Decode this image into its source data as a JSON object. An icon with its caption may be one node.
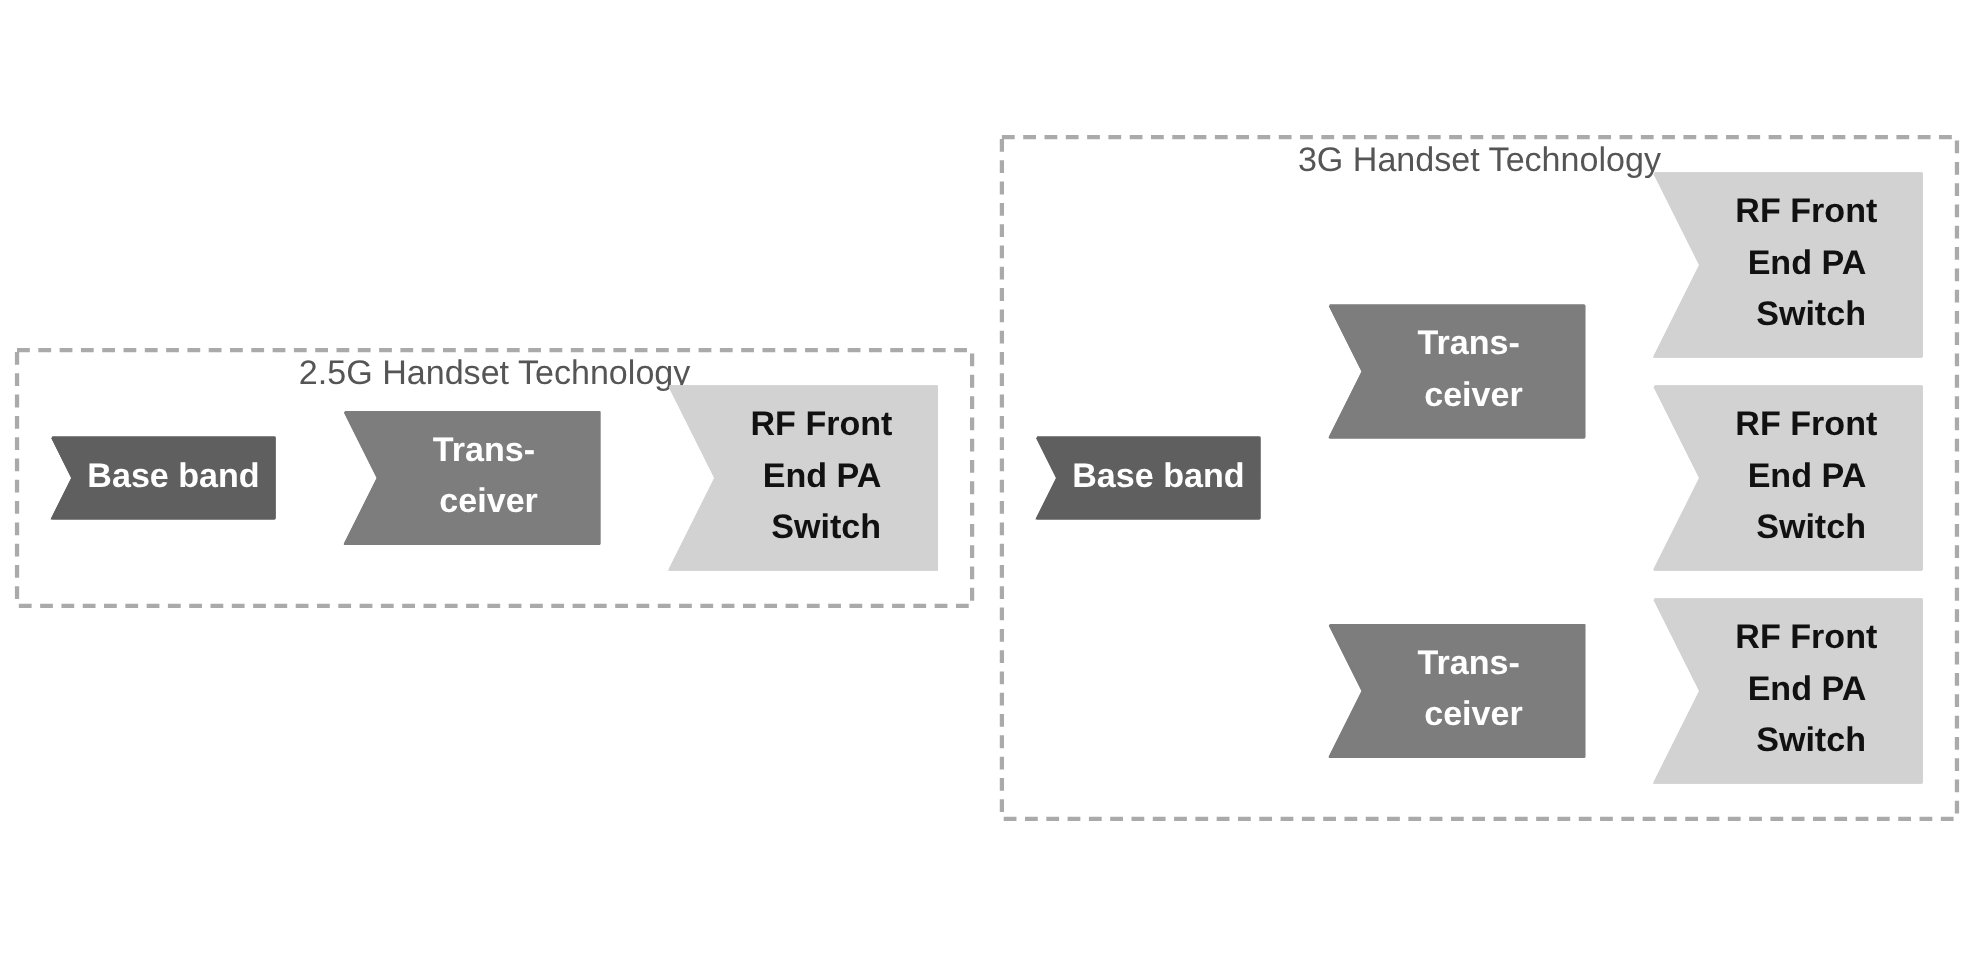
{
  "diagram": {
    "nodes": [
      {
        "text": [
          "2.5G Handset Technology"
        ]
      },
      {
        "text": [
          "Base band"
        ],
        "in": 0
      },
      {
        "text": [
          "Trans- ceiver"
        ],
        "in": 0
      },
      {
        "text": [
          "RF Front End PA Switch"
        ],
        "in": 0
      },
      {
        "text": [
          "3G Handset Technology"
        ]
      },
      {
        "text": [
          "Base band"
        ],
        "in": 4
      },
      {
        "text": [
          "Trans- ceiver"
        ],
        "in": 4
      },
      {
        "text": [
          "Trans- ceiver"
        ],
        "in": 4
      },
      {
        "text": [
          "RF Front End PA Switch"
        ],
        "in": 4
      },
      {
        "text": [
          "RF Front End PA Switch"
        ],
        "in": 4
      },
      {
        "text": [
          "RF Front End PA Switch"
        ],
        "in": 4
      }
    ]
  }
}
